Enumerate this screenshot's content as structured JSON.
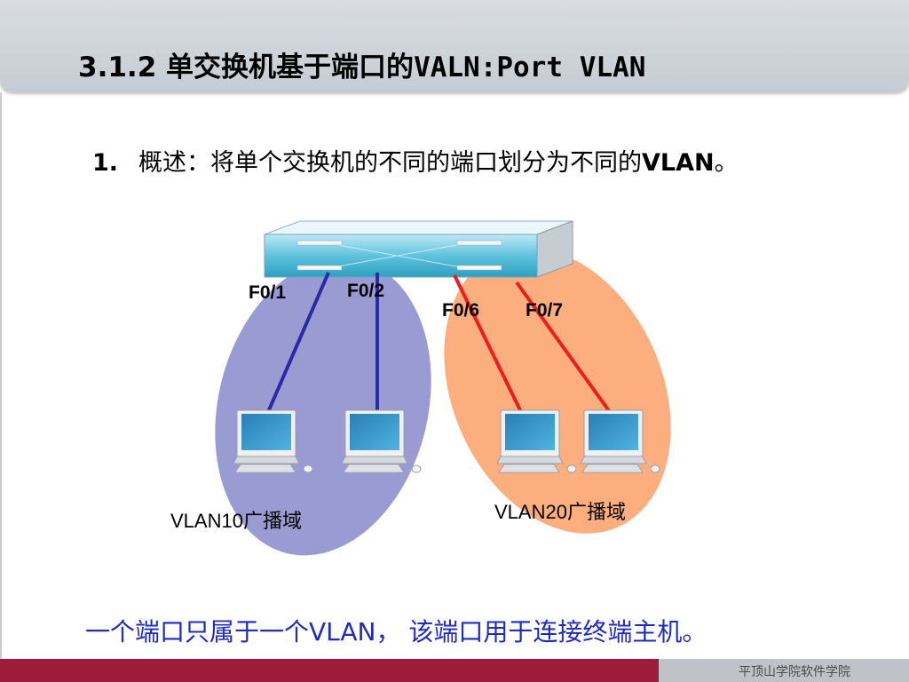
{
  "header": {
    "title_cn": "3.1.2 单交换机基于端口的",
    "title_mono": "VALN:Port VLAN"
  },
  "bullet": {
    "number": "1.",
    "text_cn": "概述：将单个交换机的不同的端口划分为不同的",
    "text_bold": "VLAN",
    "text_end": "。"
  },
  "diagram": {
    "ports": [
      "F0/1",
      "F0/2",
      "F0/6",
      "F0/7"
    ],
    "vlan_labels": [
      "VLAN10广播域",
      "VLAN20广播域"
    ],
    "colors": {
      "vlan10_fill": "#9b9bd4",
      "vlan20_fill": "#fcae7f",
      "vlan10_link": "#2a2aa6",
      "vlan20_link": "#ee1c1c",
      "switch_fill": "#5fc3dd"
    },
    "icons": [
      "switch-icon",
      "computer-icon"
    ]
  },
  "conclusion": "一个端口只属于一个VLAN， 该端口用于连接终端主机。",
  "footer": {
    "text": "平顶山学院软件学院"
  }
}
